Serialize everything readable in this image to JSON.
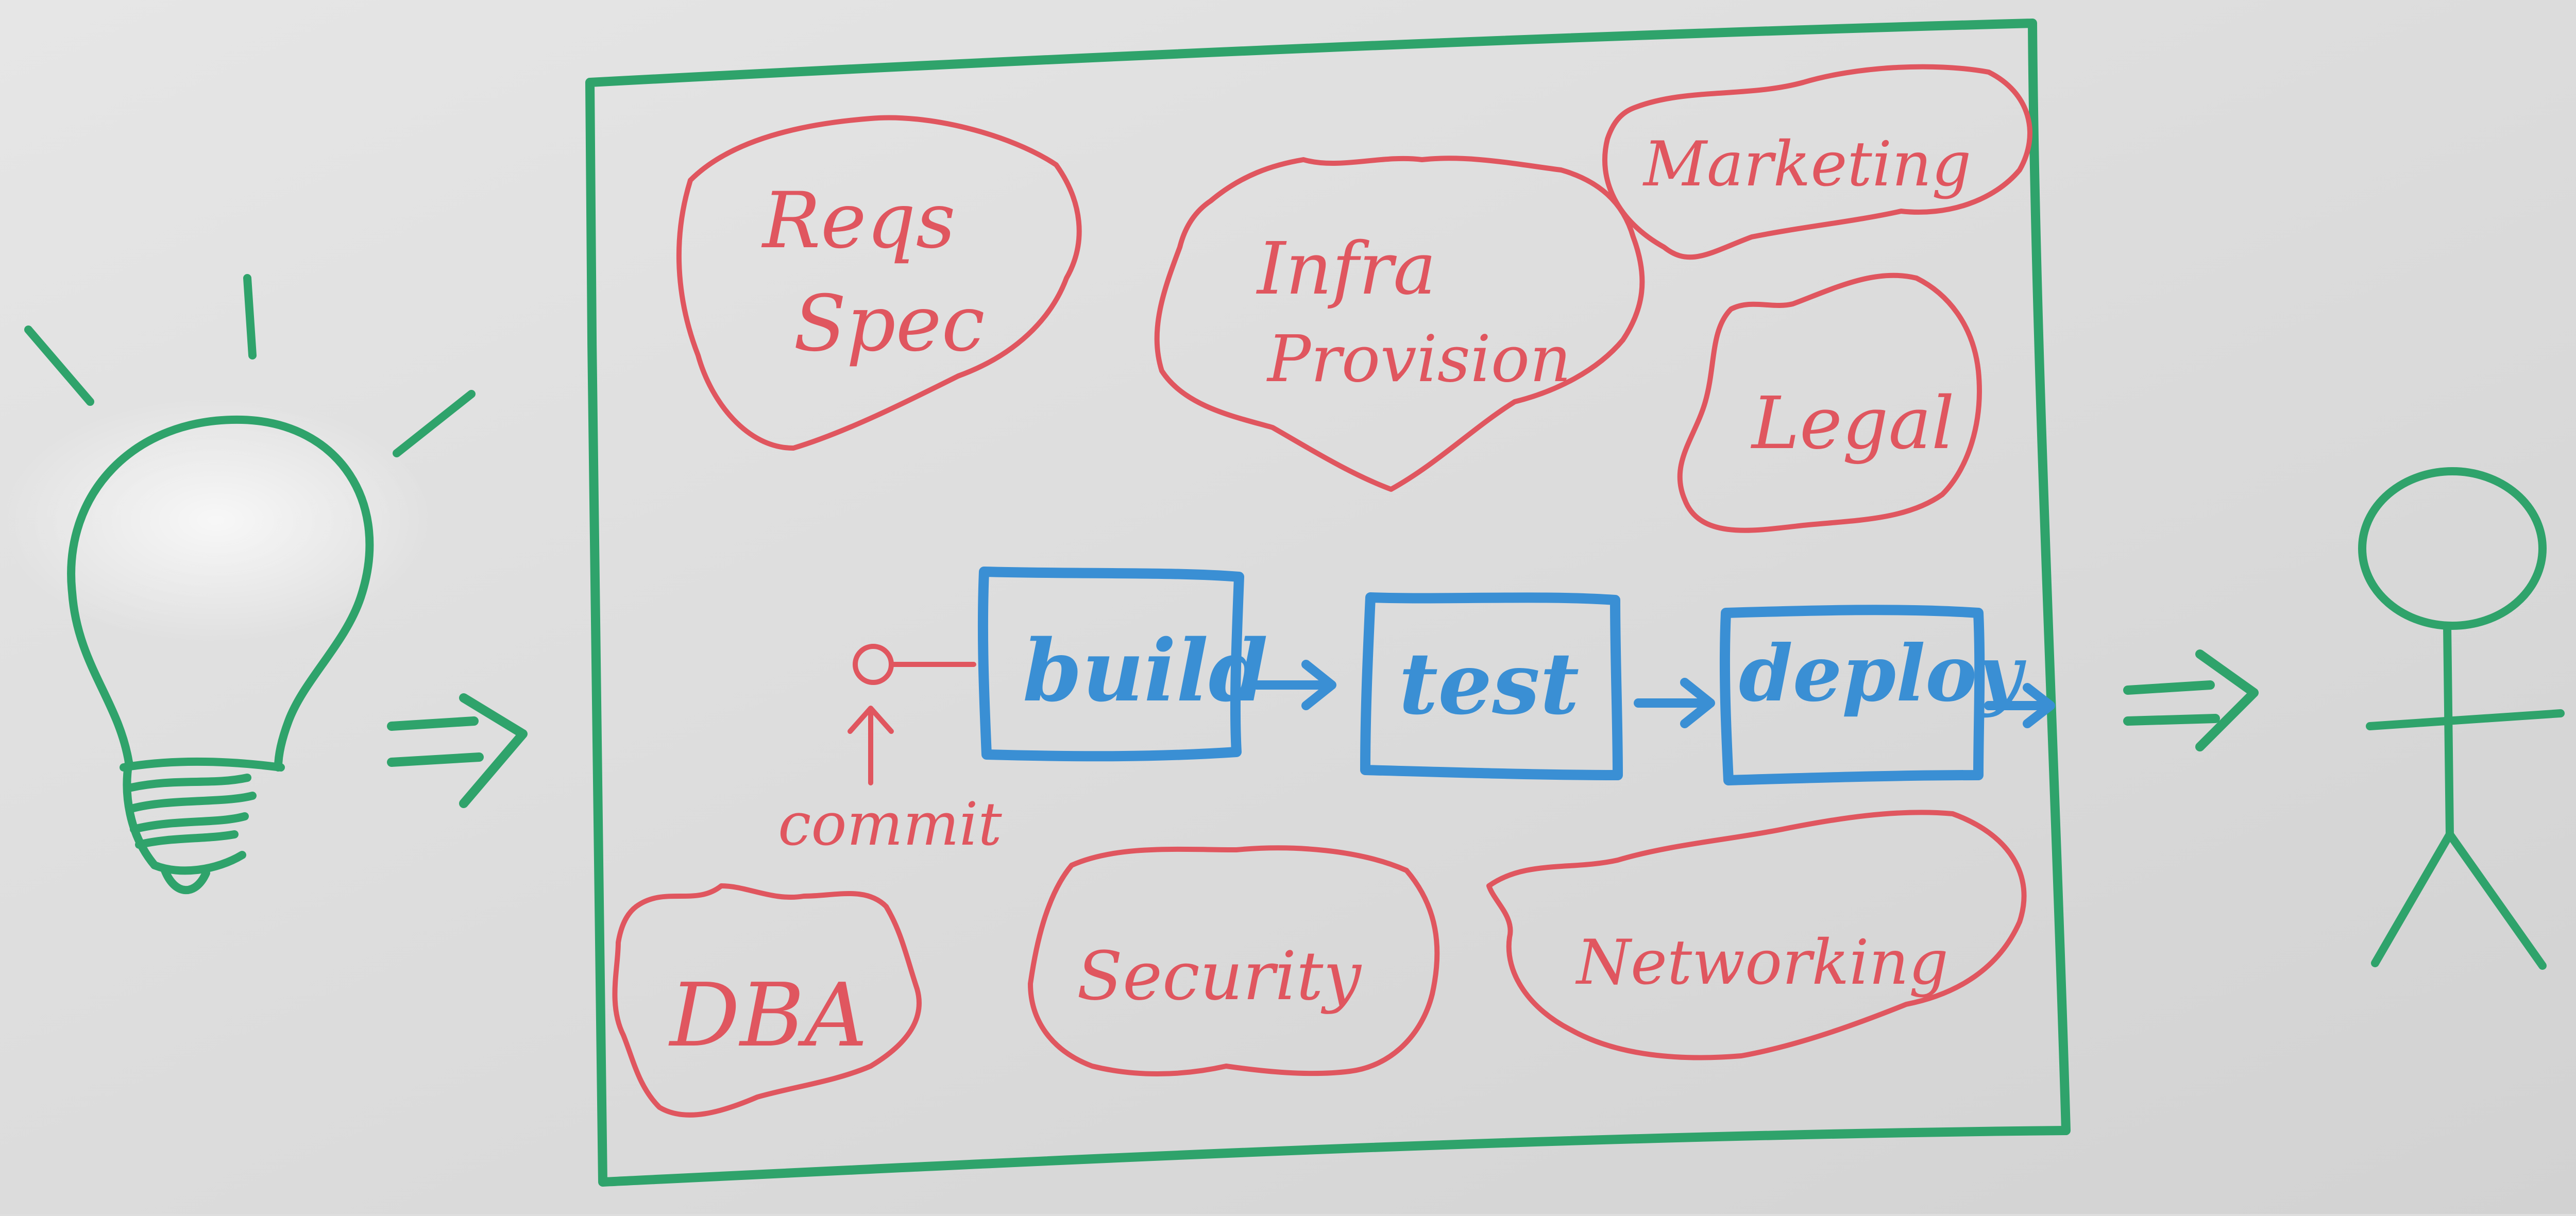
{
  "colors": {
    "board": "#dedede",
    "green_marker": "#2fa36b",
    "red_marker": "#e0565f",
    "blue_marker": "#3a8fd4"
  },
  "left_icon": "lightbulb-icon",
  "right_icon": "stick-figure-icon",
  "clouds": {
    "reqs_line1": "Reqs",
    "reqs_line2": "Spec",
    "infra_line1": "Infra",
    "infra_line2": "Provision",
    "marketing": "Marketing",
    "legal": "Legal",
    "dba": "DBA",
    "security": "Security",
    "networking": "Networking"
  },
  "pipeline": {
    "stages": [
      "build",
      "test",
      "deploy"
    ],
    "commit_label": "commit"
  }
}
